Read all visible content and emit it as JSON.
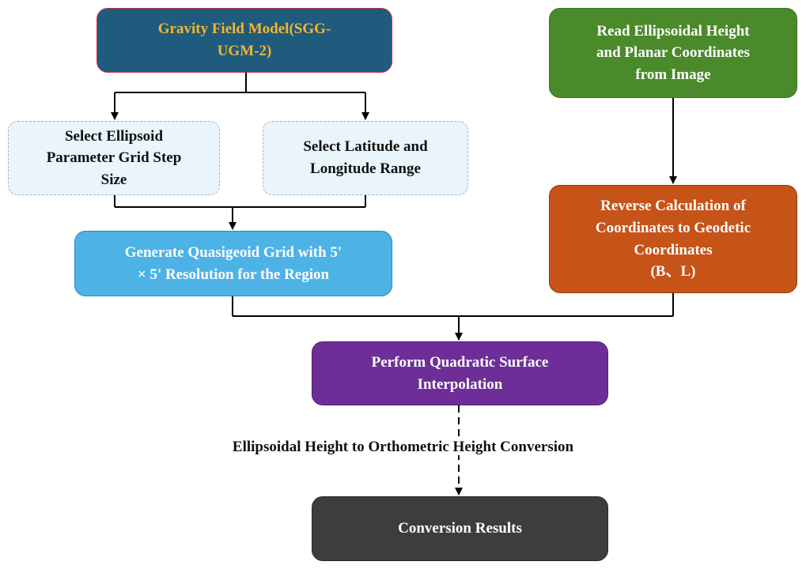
{
  "diagram": {
    "nodes": {
      "gravity_model": {
        "lines": [
          "Gravity Field Model(SGG-",
          "UGM-2)"
        ],
        "fill": "#1f5b7c",
        "text_color": "#f2b630"
      },
      "read_image": {
        "lines": [
          "Read Ellipsoidal Height",
          "and Planar Coordinates",
          "from Image"
        ],
        "fill": "#4a8a2a",
        "text_color": "#ffffff"
      },
      "ellipsoid_step": {
        "lines": [
          "Select Ellipsoid",
          "Parameter Grid Step",
          "Size"
        ]
      },
      "lat_lon_range": {
        "lines": [
          "Select Latitude and",
          "Longitude Range"
        ]
      },
      "quasigeoid_grid": {
        "lines": [
          "Generate Quasigeoid Grid with 5'",
          "× 5' Resolution for the Region"
        ],
        "fill": "#4db3e6",
        "text_color": "#ffffff"
      },
      "reverse_calc": {
        "lines": [
          "Reverse Calculation of",
          "Coordinates to Geodetic",
          "Coordinates",
          "(B、L)"
        ],
        "fill": "#c65318",
        "text_color": "#ffffff"
      },
      "interpolation": {
        "lines": [
          "Perform Quadratic Surface",
          "Interpolation"
        ],
        "fill": "#6e2e98",
        "text_color": "#ffffff"
      },
      "results": {
        "lines": [
          "Conversion Results"
        ],
        "fill": "#3d3d3d",
        "text_color": "#ffffff"
      }
    },
    "edge_label": "Ellipsoidal Height to Orthometric Height Conversion",
    "connector_color": "#000000"
  }
}
